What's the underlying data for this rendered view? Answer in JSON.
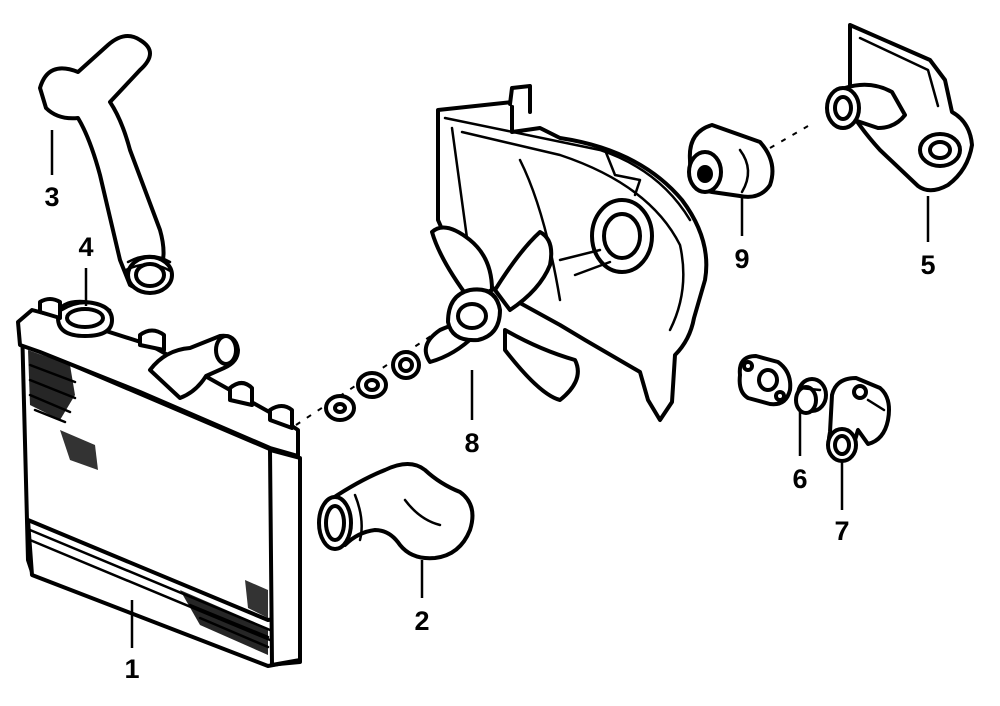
{
  "diagram": {
    "ink_color": "#000000",
    "paper_color": "#ffffff",
    "callouts": [
      {
        "id": "radiator",
        "label": "1"
      },
      {
        "id": "lower-hose",
        "label": "2"
      },
      {
        "id": "upper-hose",
        "label": "3"
      },
      {
        "id": "radiator-cap",
        "label": "4"
      },
      {
        "id": "water-outlet",
        "label": "5"
      },
      {
        "id": "thermostat",
        "label": "6"
      },
      {
        "id": "thermostat-housing",
        "label": "7"
      },
      {
        "id": "fan",
        "label": "8"
      },
      {
        "id": "fan-motor",
        "label": "9"
      }
    ]
  }
}
